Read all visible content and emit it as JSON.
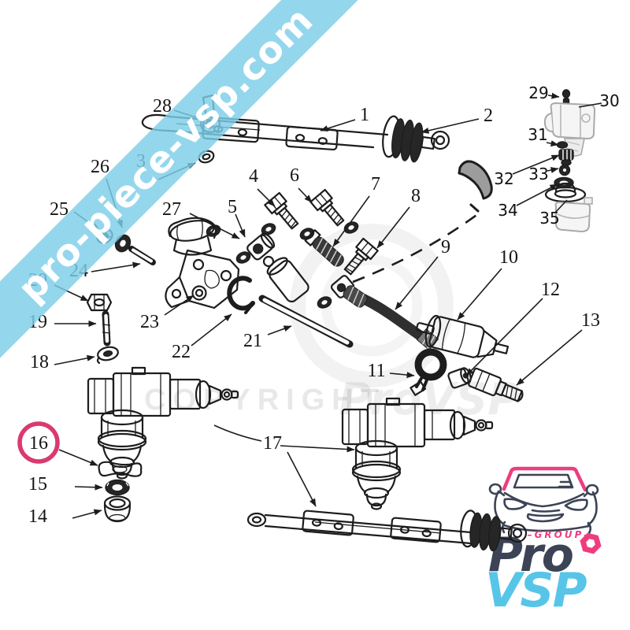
{
  "banner": {
    "text": "pro-piece-vsp.com",
    "bg_color": "#7dceea",
    "text_color": "#ffffff"
  },
  "watermark": {
    "line1": "COPYRIGHT",
    "line2": "ProVSP"
  },
  "logo": {
    "group": "–GROUP–",
    "pro": "Pro",
    "vsp": "VSP",
    "pink": "#ee3d7f",
    "navy": "#3c4356",
    "blue": "#56c5e8"
  },
  "highlight": {
    "part": "16",
    "color": "#d93a70"
  },
  "labels": [
    "1",
    "2",
    "3",
    "4",
    "5",
    "6",
    "7",
    "8",
    "9",
    "10",
    "11",
    "12",
    "13",
    "14",
    "15",
    "16",
    "17",
    "18",
    "19",
    "20",
    "21",
    "22",
    "23",
    "24",
    "25",
    "26",
    "27",
    "28",
    "29",
    "30",
    "31",
    "32",
    "33",
    "34",
    "35"
  ]
}
